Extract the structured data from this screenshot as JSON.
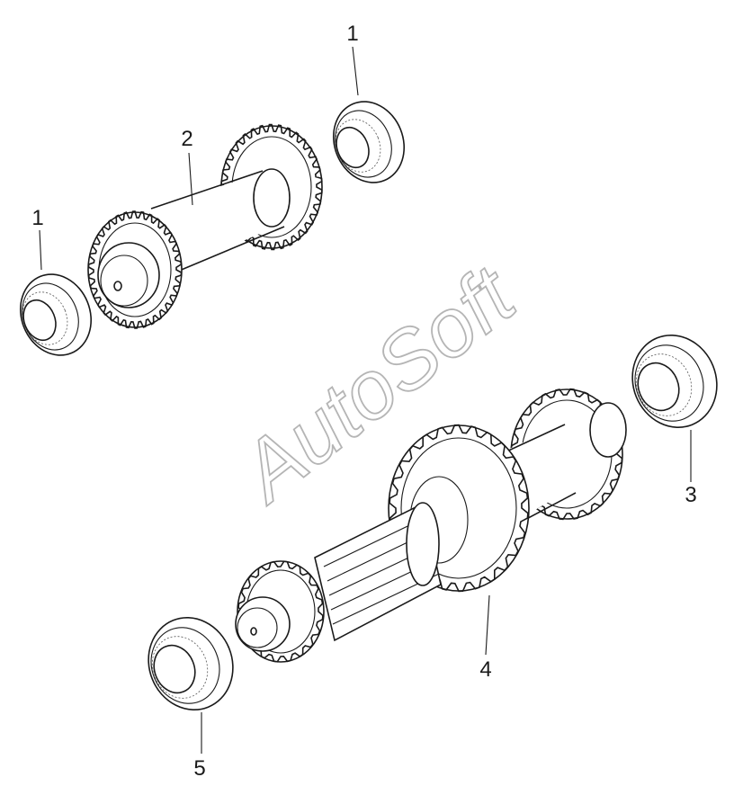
{
  "callouts": {
    "bearing_upper_right": "1",
    "bearing_upper_left": "1",
    "countershaft": "2",
    "bearing_right": "3",
    "main_shaft": "4",
    "bearing_lower_left": "5"
  },
  "watermark": "AutoSoft",
  "colors": {
    "line": "#1a1a1a",
    "watermark": "#b5b5b5",
    "background": "#ffffff"
  }
}
